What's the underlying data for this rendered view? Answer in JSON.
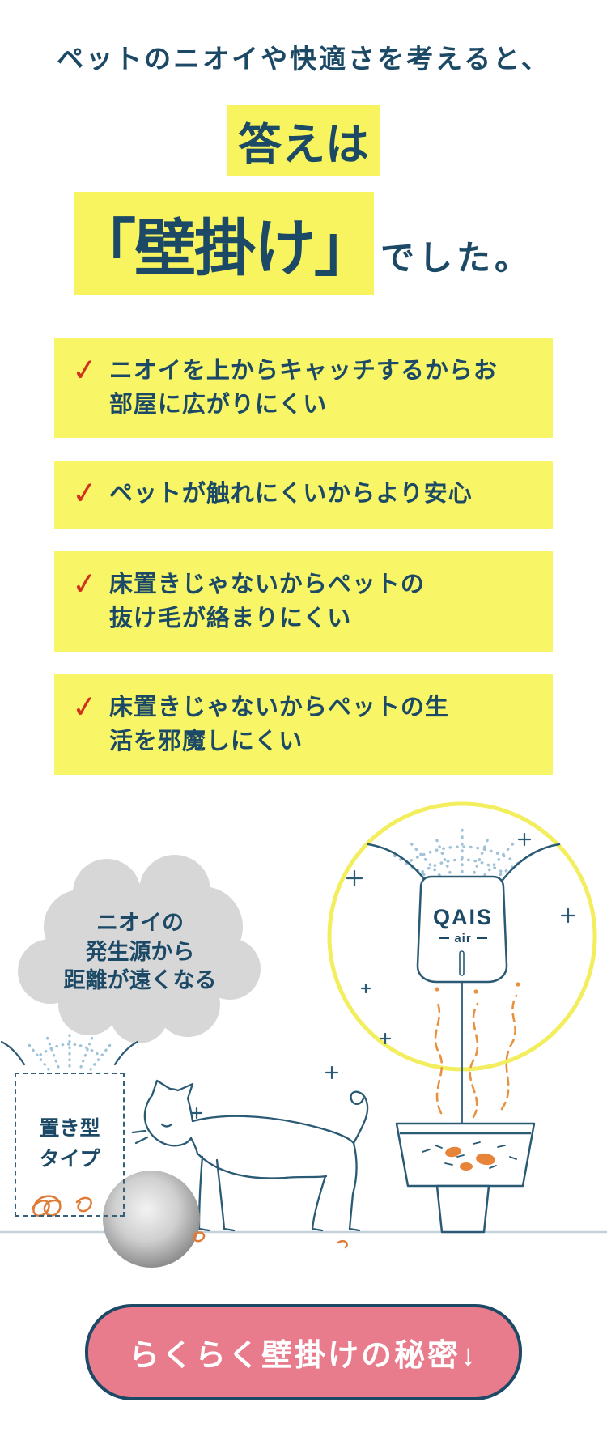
{
  "page": {
    "intro_line": "ペットのニオイや快適さを考えると、",
    "answer_label": "答えは",
    "answer_main": "「壁掛け」",
    "answer_suffix": "でした。"
  },
  "icons": {
    "check": "✓"
  },
  "checklist": {
    "items": [
      {
        "text": "ニオイを上からキャッチするからお\n部屋に広がりにくい"
      },
      {
        "text": "ペットが触れにくいからより安心"
      },
      {
        "text": "床置きじゃないからペットの\n抜け毛が絡まりにくい"
      },
      {
        "text": "床置きじゃないからペットの生\n活を邪魔しにくい"
      }
    ]
  },
  "illustration": {
    "cloud_text": "ニオイの\n発生源から\n距離が遠くなる",
    "floor_type_label": "置き型\nタイプ",
    "device_brand": "QAIS",
    "device_sub": "air"
  },
  "cta": {
    "label": "らくらく壁掛けの秘密↓"
  },
  "colors": {
    "navy": "#1c4a66",
    "highlight_yellow": "#f7f45f",
    "box_yellow": "#f8f666",
    "check_red": "#d2311e",
    "cta_pink": "#e87b8c",
    "odor_orange": "#e8913f",
    "cloud_gray": "#d7d7d7",
    "circle_yellow": "#f3ee5e"
  }
}
